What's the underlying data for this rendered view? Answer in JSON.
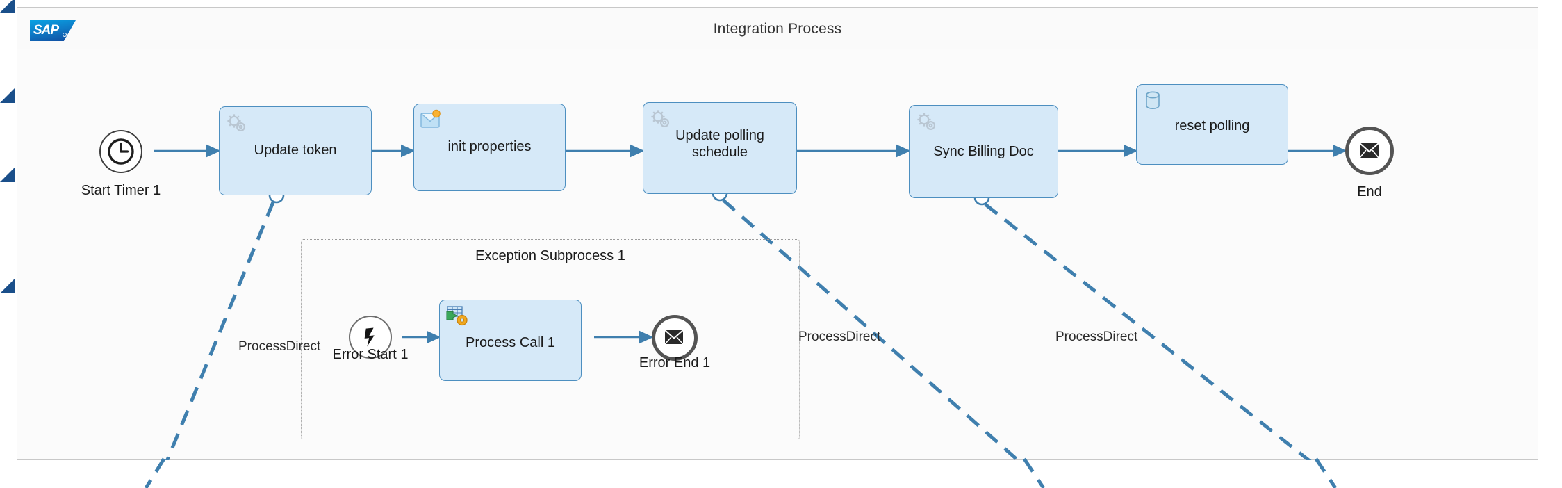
{
  "app": {
    "vendor_logo_text": "SAP",
    "pool_title": "Integration Process"
  },
  "diagram": {
    "type": "bpmn-integration-flow",
    "accent_blue": "#4d8fc0",
    "task_fill": "#d6e9f8",
    "task_stroke": "#4d8fc0",
    "dashed_flow_color": "#3f7fae",
    "events": [
      {
        "id": "start-timer-1",
        "label": "Start Timer 1",
        "icon": "timer-icon",
        "kind": "start"
      },
      {
        "id": "end",
        "label": "End",
        "icon": "envelope-icon",
        "kind": "end"
      },
      {
        "id": "error-start-1",
        "label": "Error Start 1",
        "icon": "error-bolt-icon",
        "kind": "error-start"
      },
      {
        "id": "error-end-1",
        "label": "Error End 1",
        "icon": "envelope-icon",
        "kind": "error-end"
      }
    ],
    "tasks": [
      {
        "id": "update-token",
        "label": "Update token",
        "icon": "gear-icon"
      },
      {
        "id": "init-properties",
        "label": "init properties",
        "icon": "content-modifier-icon"
      },
      {
        "id": "update-polling-schedule",
        "label": "Update polling\nschedule",
        "label_line1": "Update polling",
        "label_line2": "schedule",
        "icon": "gear-icon"
      },
      {
        "id": "sync-billing-doc",
        "label": "Sync Billing Doc",
        "icon": "gear-icon"
      },
      {
        "id": "reset-polling",
        "label": "reset polling",
        "icon": "data-store-icon"
      },
      {
        "id": "process-call-1",
        "label": "Process Call 1",
        "icon": "process-call-icon"
      }
    ],
    "subprocess": {
      "id": "exception-subprocess-1",
      "title": "Exception Subprocess 1"
    },
    "message_flows": [
      {
        "id": "process-direct-1",
        "label": "ProcessDirect",
        "from": "update-token"
      },
      {
        "id": "process-direct-2",
        "label": "ProcessDirect",
        "from": "update-polling-schedule"
      },
      {
        "id": "process-direct-3",
        "label": "ProcessDirect",
        "from": "sync-billing-doc"
      }
    ]
  }
}
